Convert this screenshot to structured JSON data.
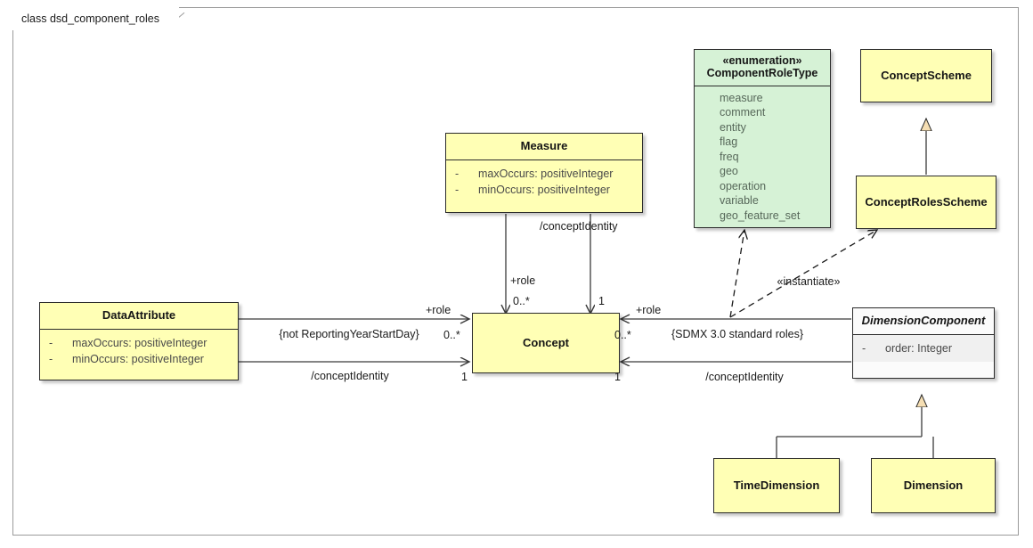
{
  "diagram": {
    "frame_label": "class dsd_component_roles",
    "kind": "uml-class-diagram"
  },
  "colors": {
    "class_fill": "#FFFFB5",
    "enumeration_fill": "#D6F2D6",
    "abstract_fill": "#FBFBFB",
    "abstract_attr_fill": "#F0F0F0",
    "border": "#2B2B2B",
    "frame_border": "#9A9A9A",
    "line": "#3A3A3A",
    "generalization_fill": "#F5DEB3"
  },
  "nodes": {
    "measure": {
      "name": "Measure",
      "attributes": [
        {
          "visibility": "-",
          "text": "maxOccurs: positiveInteger"
        },
        {
          "visibility": "-",
          "text": "minOccurs: positiveInteger"
        }
      ]
    },
    "component_role_type": {
      "stereotype": "«enumeration»",
      "name": "ComponentRoleType",
      "literals": [
        "measure",
        "comment",
        "entity",
        "flag",
        "freq",
        "geo",
        "operation",
        "variable",
        "geo_feature_set"
      ]
    },
    "concept_scheme": {
      "name": "ConceptScheme"
    },
    "concept_roles_scheme": {
      "name": "ConceptRolesScheme"
    },
    "data_attribute": {
      "name": "DataAttribute",
      "attributes": [
        {
          "visibility": "-",
          "text": "maxOccurs: positiveInteger"
        },
        {
          "visibility": "-",
          "text": "minOccurs: positiveInteger"
        }
      ]
    },
    "concept": {
      "name": "Concept"
    },
    "dimension_component": {
      "name": "DimensionComponent",
      "abstract": true,
      "attributes": [
        {
          "visibility": "-",
          "text": "order: Integer"
        }
      ]
    },
    "time_dimension": {
      "name": "TimeDimension"
    },
    "dimension": {
      "name": "Dimension"
    }
  },
  "edge_labels": {
    "measure_role_name": "+role",
    "measure_role_mult": "0..*",
    "measure_concept_identity": "/conceptIdentity",
    "measure_identity_mult": "1",
    "dataattr_role_name": "+role",
    "dataattr_role_mult": "0..*",
    "dataattr_constraint": "{not ReportingYearStartDay}",
    "dataattr_concept_identity": "/conceptIdentity",
    "dataattr_identity_mult": "1",
    "dimcomp_role_name": "+role",
    "dimcomp_role_mult": "0..*",
    "dimcomp_constraint": "{SDMX 3.0 standard roles}",
    "dimcomp_concept_identity": "/conceptIdentity",
    "dimcomp_identity_mult": "1",
    "instantiate_stereotype": "«instantiate»"
  }
}
